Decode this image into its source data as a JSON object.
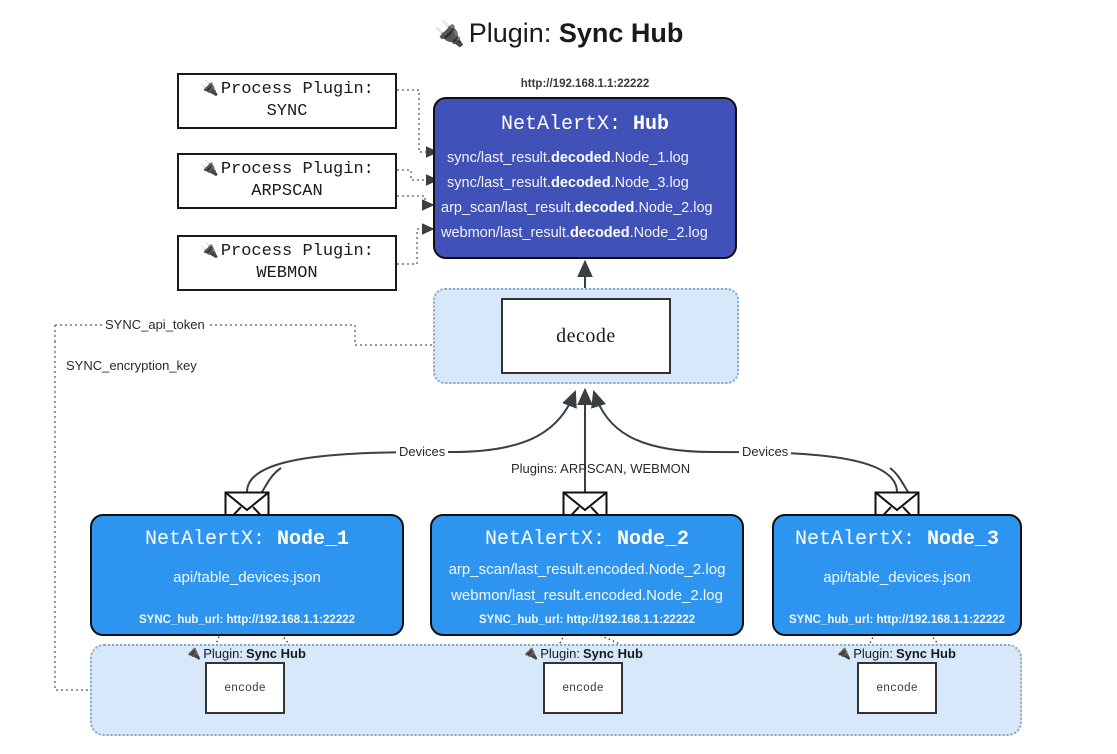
{
  "title": {
    "icon": "plug-icon",
    "prefix": "Plugin:",
    "name": "Sync Hub"
  },
  "process_plugins": [
    {
      "icon": "plug-icon",
      "line1": "Process Plugin:",
      "line2": "SYNC"
    },
    {
      "icon": "plug-icon",
      "line1": "Process Plugin:",
      "line2": "ARPSCAN"
    },
    {
      "icon": "plug-icon",
      "line1": "Process Plugin:",
      "line2": "WEBMON"
    }
  ],
  "hub": {
    "url": "http://192.168.1.1:22222",
    "title_prefix": "NetAlertX:",
    "title_name": "Hub",
    "logs": [
      {
        "pre": "sync/last_result.",
        "strong": "decoded",
        "post": ".Node_1.log"
      },
      {
        "pre": "sync/last_result.",
        "strong": "decoded",
        "post": ".Node_3.log"
      },
      {
        "pre": "arp_scan/last_result.",
        "strong": "decoded",
        "post": ".Node_2.log"
      },
      {
        "pre": "webmon/last_result.",
        "strong": "decoded",
        "post": ".Node_2.log"
      }
    ]
  },
  "decode": {
    "label": "decode"
  },
  "edge_labels": {
    "api_token": "SYNC_api_token",
    "encryption_key": "SYNC_encryption_key",
    "devices_left": "Devices",
    "devices_right": "Devices",
    "plugins_mid": "Plugins: ARPSCAN, WEBMON"
  },
  "nodes": [
    {
      "icon": "envelope-icon",
      "title_prefix": "NetAlertX:",
      "title_name": "Node_1",
      "lines": [
        "api/table_devices.json"
      ],
      "footer": "SYNC_hub_url: http://192.168.1.1:22222"
    },
    {
      "icon": "envelope-icon",
      "title_prefix": "NetAlertX:",
      "title_name": "Node_2",
      "lines": [
        "arp_scan/last_result.encoded.Node_2.log",
        "webmon/last_result.encoded.Node_2.log"
      ],
      "footer": "SYNC_hub_url: http://192.168.1.1:22222"
    },
    {
      "icon": "envelope-icon",
      "title_prefix": "NetAlertX:",
      "title_name": "Node_3",
      "lines": [
        "api/table_devices.json"
      ],
      "footer": "SYNC_hub_url: http://192.168.1.1:22222"
    }
  ],
  "bottom_plugins": [
    {
      "icon": "plug-icon",
      "caption_prefix": "Plugin:",
      "caption_name": "Sync Hub",
      "box_label": "encode"
    },
    {
      "icon": "plug-icon",
      "caption_prefix": "Plugin:",
      "caption_name": "Sync Hub",
      "box_label": "encode"
    },
    {
      "icon": "plug-icon",
      "caption_prefix": "Plugin:",
      "caption_name": "Sync Hub",
      "box_label": "encode"
    }
  ],
  "colors": {
    "hub_fill": "#4052b8",
    "node_fill": "#2d95f0",
    "container_fill": "#d6e8fa",
    "stroke": "#101010",
    "dotted_stroke": "#8fa8be",
    "edge": "#3a3f44"
  }
}
